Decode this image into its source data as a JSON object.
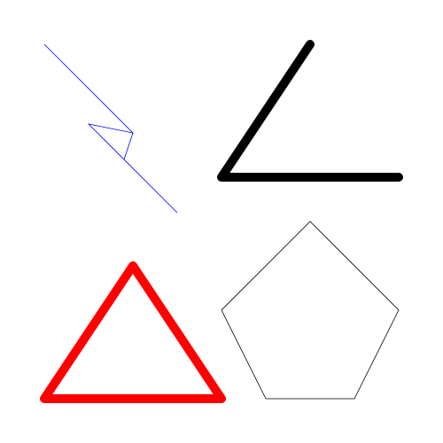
{
  "canvas": {
    "background": "#ffffff"
  },
  "shapes": {
    "lightning_bolt": {
      "kind": "lightning bolt outline",
      "stroke": "#0000ff",
      "fill": "none"
    },
    "angle": {
      "kind": "angle",
      "stroke": "#000000",
      "fill": "none"
    },
    "triangle": {
      "kind": "triangle outline",
      "stroke": "#ff0000",
      "fill": "none"
    },
    "pentagon": {
      "kind": "pentagon outline",
      "stroke": "#000000",
      "fill": "none"
    }
  }
}
